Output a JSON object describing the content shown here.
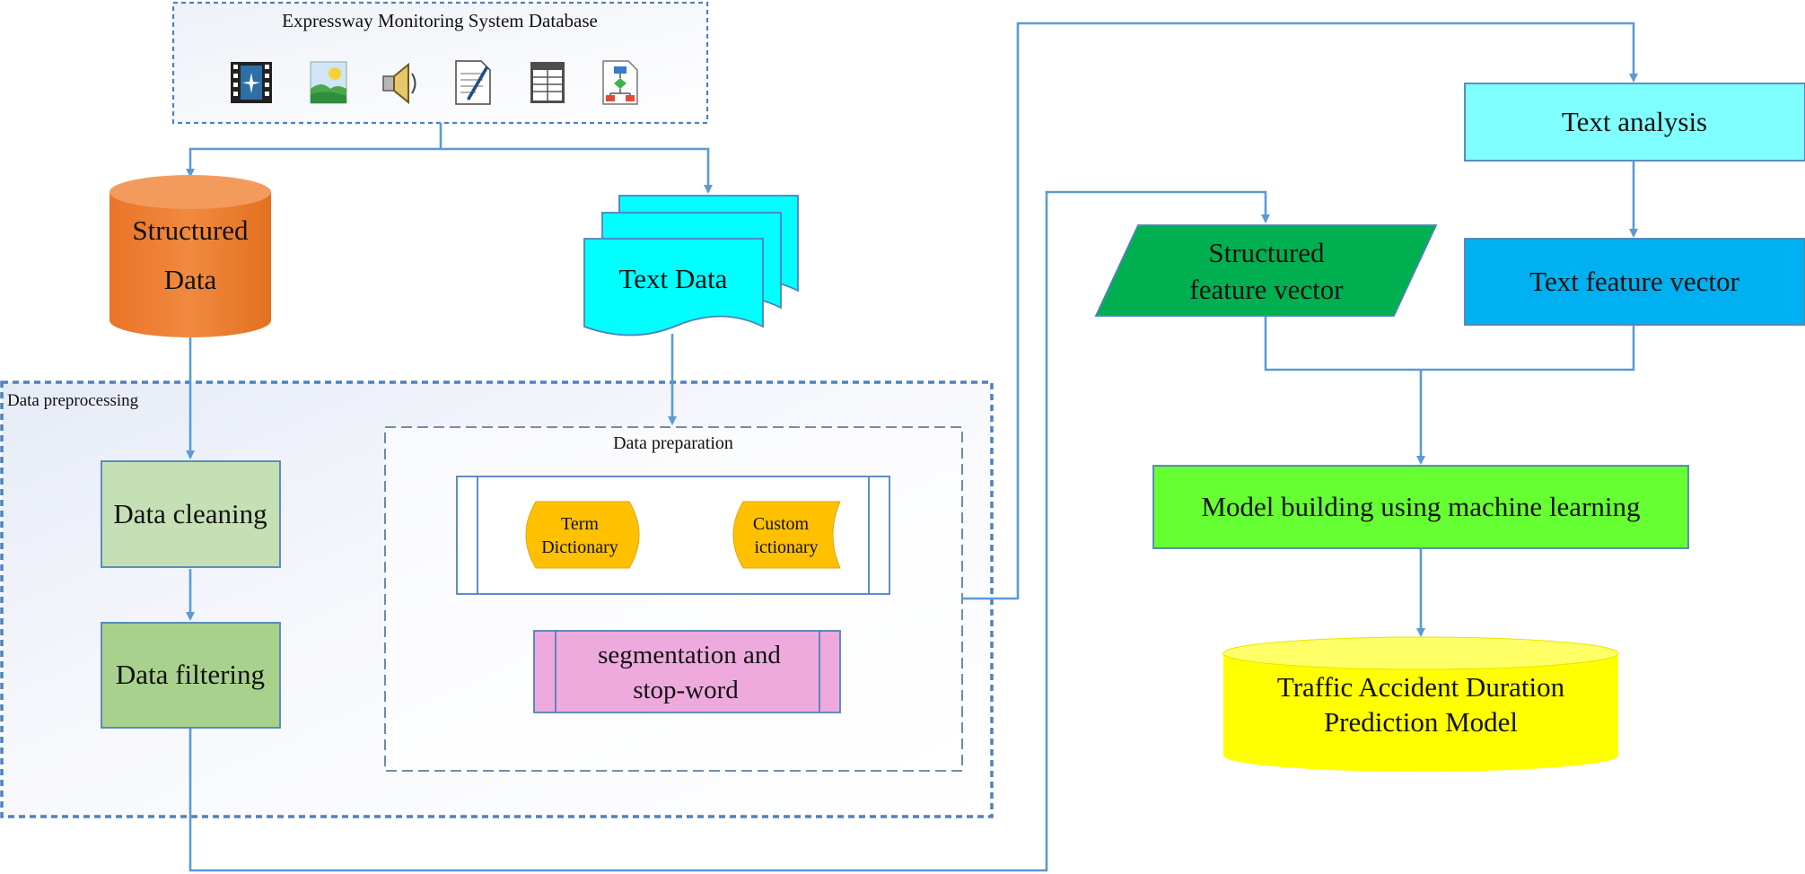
{
  "diagram": {
    "database": {
      "title": "Expressway Monitoring System Database",
      "icons": [
        "video-icon",
        "image-icon",
        "audio-icon",
        "document-icon",
        "table-icon",
        "flowchart-icon"
      ]
    },
    "structured_data": {
      "line1": "Structured",
      "line2": "Data"
    },
    "text_data": {
      "label": "Text Data"
    },
    "preprocessing": {
      "label": "Data preprocessing",
      "data_cleaning": "Data cleaning",
      "data_filtering": "Data filtering"
    },
    "preparation": {
      "label": "Data preparation",
      "term_dictionary": {
        "line1": "Term",
        "line2": "Dictionary"
      },
      "custom_dictionary": {
        "line1": "Custom",
        "line2": "ictionary"
      },
      "segmentation": {
        "line1": "segmentation and",
        "line2": "stop-word"
      }
    },
    "text_analysis": "Text analysis",
    "structured_feature_vector": {
      "line1": "Structured",
      "line2": "feature vector"
    },
    "text_feature_vector": "Text feature vector",
    "model_building": "Model building using machine learning",
    "prediction_model": {
      "line1": "Traffic Accident Duration",
      "line2": "Prediction Model"
    },
    "colors": {
      "connector": "#5b9bd5",
      "structured_data": "#ed7d31",
      "text_data": "#00ffff",
      "data_cleaning": "#c5e0b4",
      "data_filtering": "#a9d18e",
      "dictionary": "#ffc000",
      "segmentation": "#eeaadd",
      "text_analysis": "#7fffff",
      "structured_feature_vector": "#00b050",
      "text_feature_vector": "#00b0f0",
      "model_building": "#66ff33",
      "prediction_model": "#ffff00"
    }
  }
}
